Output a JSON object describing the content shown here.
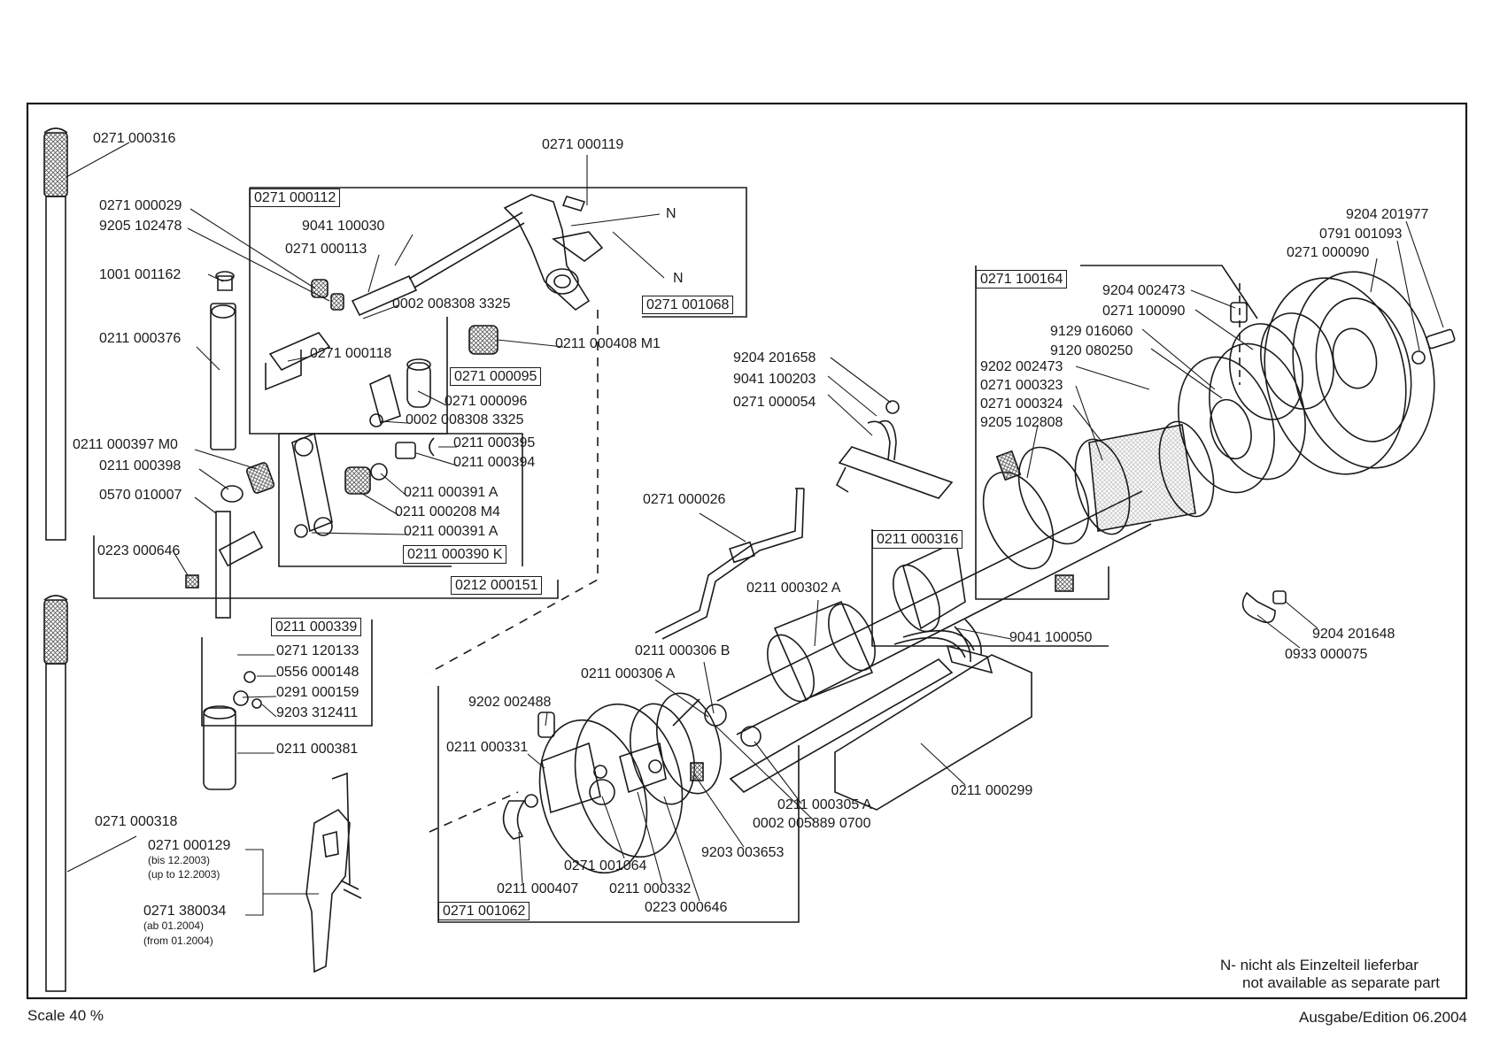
{
  "labels": {
    "l1": "0271 000316",
    "l2": "0271 000119",
    "l3": "0271 000029",
    "l4": "9205 102478",
    "l5": "9041 100030",
    "l6": "0271 000113",
    "l7": "1001 001162",
    "l8": "0002 008308 3325",
    "l9": "0211 000376",
    "l10": "0271 000118",
    "l11": "0211 000408 M1",
    "l12": "0271 000096",
    "l13": "0002 008308 3325",
    "l14": "0211 000395",
    "l15": "0211 000394",
    "l16": "0211 000397 M0",
    "l17": "0211 000398",
    "l18": "0570 010007",
    "l19": "0211 000391 A",
    "l20": "0211 000208 M4",
    "l21": "0211 000391 A",
    "l22": "0223 000646",
    "l23": "0271 120133",
    "l24": "0556 000148",
    "l25": "0291 000159",
    "l26": "9203 312411",
    "l27": "0211 000381",
    "l28": "0271 000318",
    "l29": "0271 000129",
    "l30": "(bis 12.2003)",
    "l31": "(up to 12.2003)",
    "l32": "0271 380034",
    "l33": "(ab 01.2004)",
    "l34": "(from 01.2004)",
    "l35": "9204 201658",
    "l36": "9041 100203",
    "l37": "0271 000054",
    "l38": "0271 000026",
    "l39": "0211 000302 A",
    "l40": "0211 000306 B",
    "l41": "0211 000306 A",
    "l42": "9202 002488",
    "l43": "0211 000331",
    "l44": "0271 001064",
    "l45": "0211 000407",
    "l46": "0211 000332",
    "l47": "0223 000646",
    "l48": "9203 003653",
    "l49": "0211 000305 A",
    "l50": "0002 005889 0700",
    "l51": "0211 000299",
    "l52": "9041 100050",
    "l53": "9204 201977",
    "l54": "0791 001093",
    "l55": "0271 000090",
    "l56": "9204 002473",
    "l57": "0271 100090",
    "l58": "9129 016060",
    "l59": "9120 080250",
    "l60": "9202 002473",
    "l61": "0271 000323",
    "l62": "0271 000324",
    "l63": "9205 102808",
    "l64": "9204 201648",
    "l65": "0933 000075",
    "n1": "N",
    "n2": "N"
  },
  "boxes": {
    "b1": "0271 000112",
    "b2": "0271 001068",
    "b3": "0271 000095",
    "b4": "0211 000390 K",
    "b5": "0212 000151",
    "b6": "0211 000339",
    "b7": "0271 001062",
    "b8": "0211 000316",
    "b9": "0271 100164"
  },
  "note": {
    "line1": "N- nicht als Einzelteil lieferbar",
    "line2": "not available as separate part"
  },
  "footer": {
    "scale": "Scale 40 %",
    "edition": "Ausgabe/Edition 06.2004"
  }
}
